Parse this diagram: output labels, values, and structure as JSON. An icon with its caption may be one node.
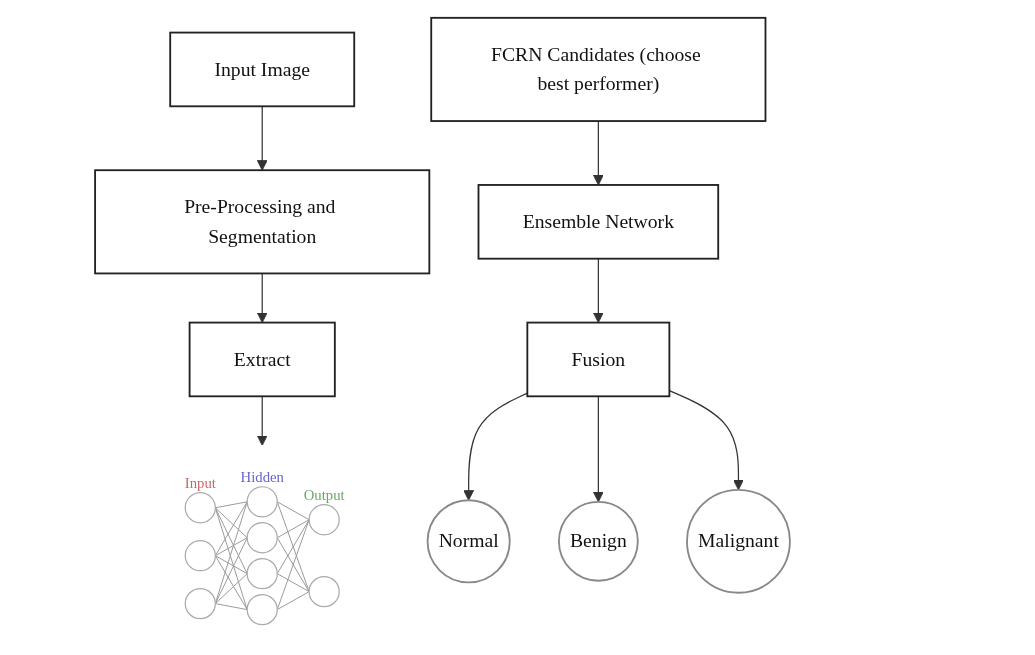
{
  "diagram": {
    "nodes": [
      {
        "text": [
          "Input Image"
        ]
      },
      {
        "text": [
          "Pre-Processing and Segmentation"
        ]
      },
      {
        "text": [
          "Extract"
        ]
      },
      {
        "text": [],
        "shape": "picture"
      },
      {
        "text": [
          "FCRN Candidates (choose best performer)"
        ]
      },
      {
        "text": [
          "Ensemble Network"
        ]
      },
      {
        "text": [
          "Fusion"
        ]
      },
      {
        "text": [
          "Normal"
        ]
      },
      {
        "text": [
          "Benign"
        ]
      },
      {
        "text": [
          "Malignant"
        ]
      }
    ],
    "edges": [
      {
        "from": 0,
        "to": 1,
        "arrow": "to"
      },
      {
        "from": 1,
        "to": 2,
        "arrow": "to"
      },
      {
        "from": 2,
        "to": 3,
        "arrow": "to"
      },
      {
        "from": 4,
        "to": 5,
        "arrow": "to"
      },
      {
        "from": 5,
        "to": 6,
        "arrow": "to"
      },
      {
        "from": 6,
        "to": 7,
        "arrow": "to"
      },
      {
        "from": 6,
        "to": 8,
        "arrow": "to"
      },
      {
        "from": 6,
        "to": 9,
        "arrow": "to"
      }
    ],
    "labels": [
      "Hidden",
      "Input",
      "Output"
    ]
  }
}
